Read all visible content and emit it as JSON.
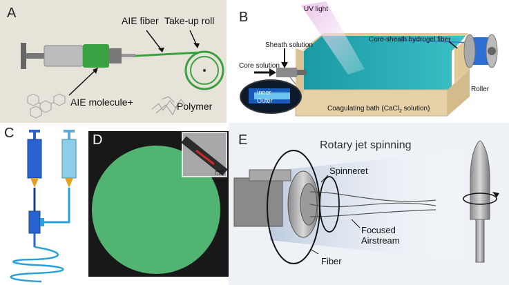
{
  "panels": {
    "a": {
      "letter": "A",
      "labels": {
        "aie_fiber": "AIE fiber",
        "take_up_roll": "Take-up roll",
        "aie_molecule": "AIE molecule+",
        "polymer": "Polymer"
      }
    },
    "b": {
      "letter": "B",
      "labels": {
        "uv_light": "UV light",
        "sheath_solution": "Sheath solution",
        "core_solution": "Core solution",
        "core_sheath_fiber": "Core-sheath hydrogel fiber",
        "roller": "Roller",
        "inner": "Inner",
        "outer": "Outer",
        "coag_bath_prefix": "Coagulating bath (CaCl",
        "coag_bath_sub": "2",
        "coag_bath_suffix": " solution)"
      }
    },
    "c": {
      "letter": "C"
    },
    "d": {
      "letter": "D",
      "scale_text": "1 μm"
    },
    "e": {
      "letter": "E",
      "labels": {
        "title": "Rotary jet spinning",
        "spinneret": "Spinneret",
        "focused": "Focused",
        "airstream": "Airstream",
        "fiber": "Fiber"
      }
    }
  },
  "colors": {
    "panel_a_bg": "#e8e3d8",
    "fiber_green": "#3aa142",
    "bath_water": "#22b1b8",
    "bath_wall": "#e6d0a8",
    "spool_blue": "#2e6fd6",
    "syringe_blue": "#2a62d0",
    "syringe_lightblue": "#8ccde8",
    "coil_blue": "#2aa0d8",
    "disc_green": "#52b472",
    "panel_d_bg": "#181818",
    "panel_e_bg": "#eef2f7"
  }
}
